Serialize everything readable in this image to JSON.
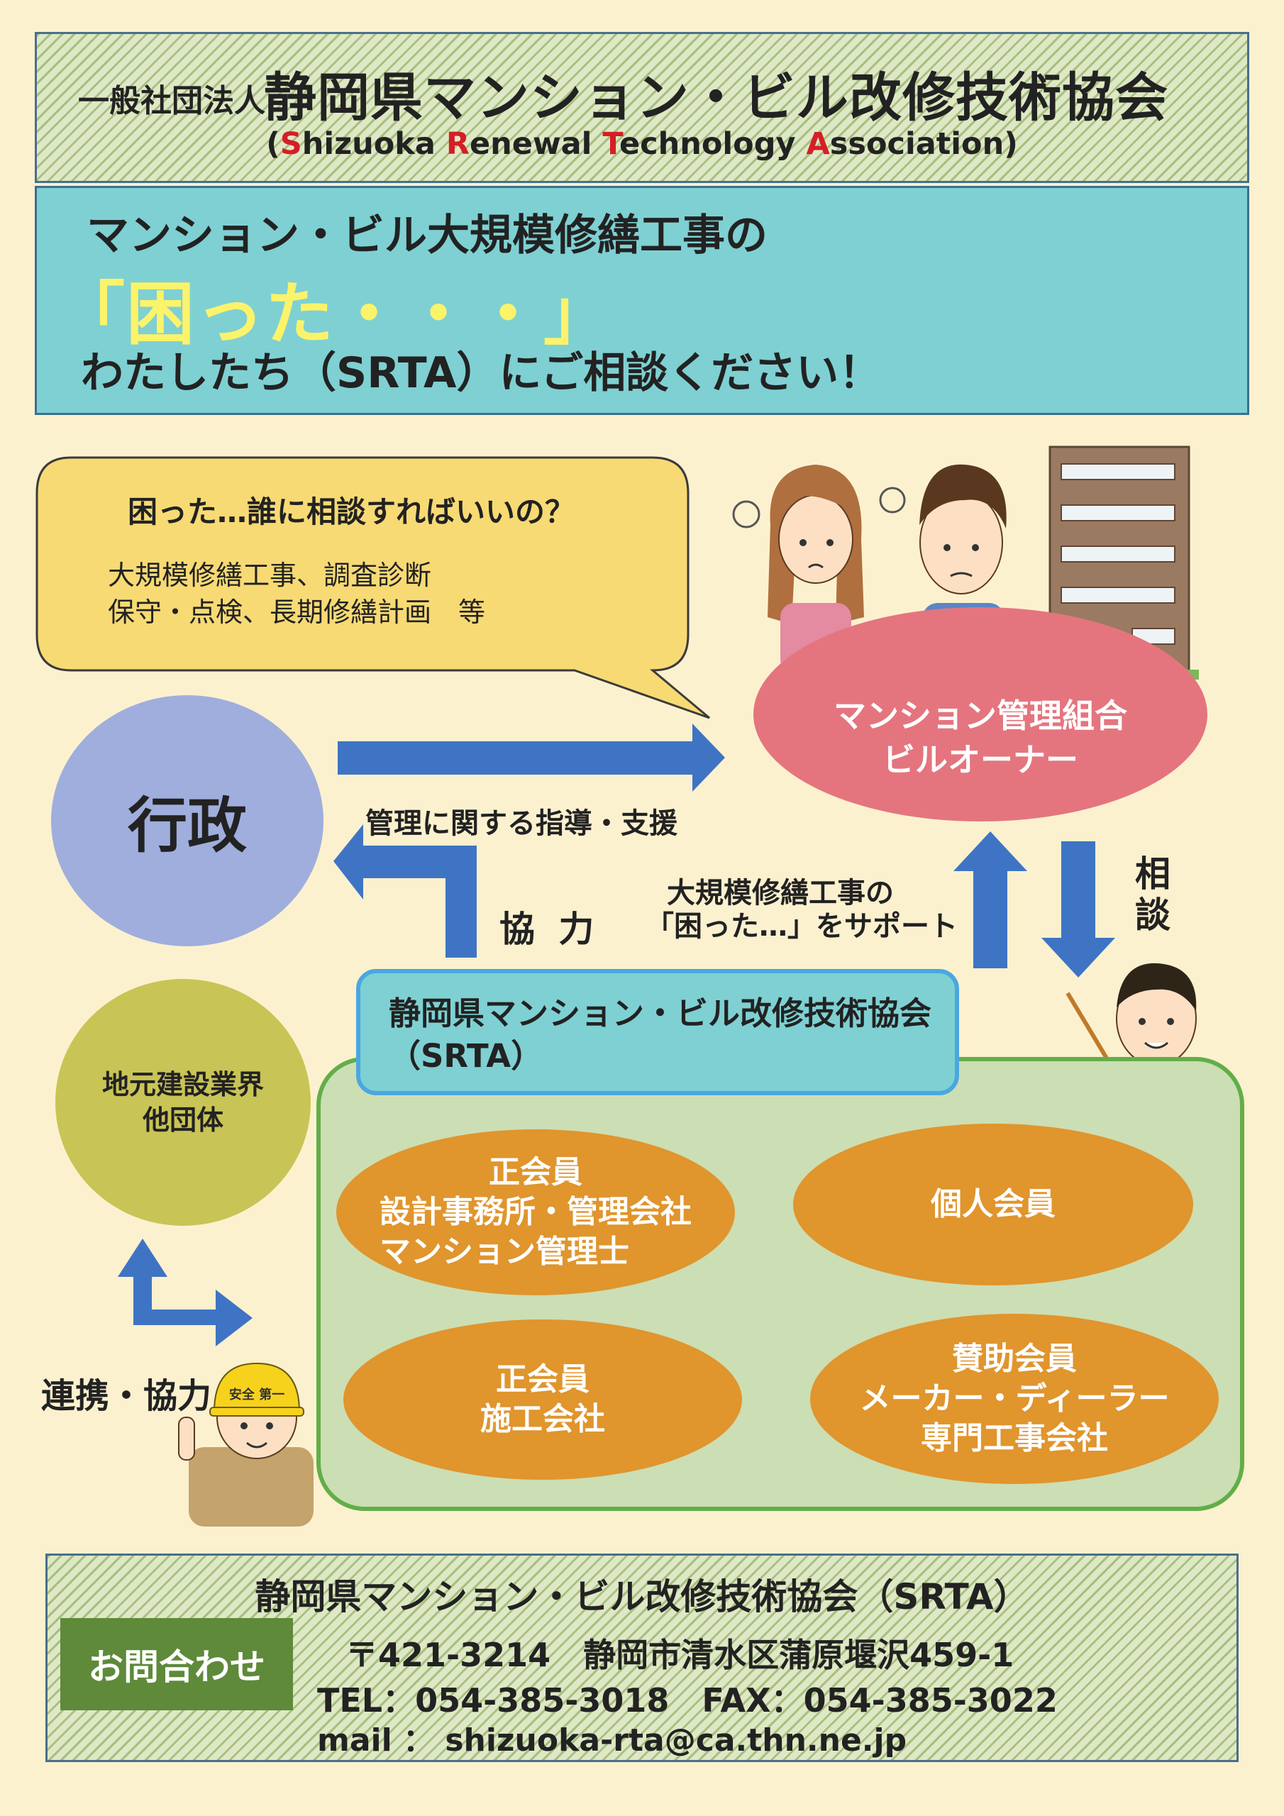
{
  "header": {
    "prefix": "一般社団法人",
    "name": "静岡県マンション・ビル改修技術協会",
    "english": {
      "open": "(",
      "s1": "S",
      "w1": "hizuoka ",
      "s2": "R",
      "w2": "enewal ",
      "s3": "T",
      "w3": "echnology ",
      "s4": "A",
      "w4": "ssociation",
      "close": ")"
    }
  },
  "banner": {
    "line1": "マンション・ビル大規模修繕工事の",
    "line2": "「困った・・・」",
    "line3": "わたしたち（SRTA）にご相談ください！"
  },
  "bubble": {
    "title": "困った…誰に相談すればいいの？",
    "line1": "大規模修繕工事、調査診断",
    "line2": "保守・点検、長期修繕計画　等"
  },
  "nodes": {
    "government": "行政",
    "management_l1": "マンション管理組合",
    "management_l2": "ビルオーナー",
    "local_l1": "地元建設業界",
    "local_l2": "他団体"
  },
  "labels": {
    "guidance": "管理に関する指導・支援",
    "cooperation": "協 力",
    "support_l1": "大規模修繕工事の",
    "support_l2": "「困った…」をサポート",
    "consult_1": "相",
    "consult_2": "談",
    "link": "連携・協力"
  },
  "srta": {
    "line1": "静岡県マンション・ビル改修技術協会",
    "line2": "（SRTA）"
  },
  "members": {
    "regular_design_1": "正会員",
    "regular_design_2": "設計事務所・管理会社",
    "regular_design_3": "マンション管理士",
    "individual": "個人会員",
    "regular_build_1": "正会員",
    "regular_build_2": "施工会社",
    "support_1": "賛助会員",
    "support_2": "メーカー・ディーラー",
    "support_3": "専門工事会社"
  },
  "helmet_text": "安全 第一",
  "footer": {
    "title": "静岡県マンション・ビル改修技術協会（SRTA）",
    "contact_label": "お問合わせ",
    "address": "〒421-3214　静岡市清水区蒲原堰沢459-1",
    "tel": "TEL：054-385-3018　FAX：054-385-3022",
    "mail": "mail ： shizuoka-rta@ca.thn.ne.jp"
  },
  "colors": {
    "background": "#fcf1cf",
    "banner": "#7fd0d3",
    "arrow": "#3f74c4",
    "management": "#e4757e",
    "member_oval": "#e0952d",
    "green_area": "#ccdeb4"
  }
}
